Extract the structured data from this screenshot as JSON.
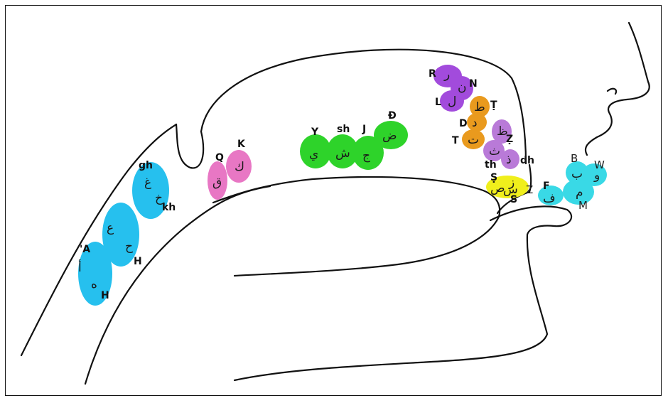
{
  "colors": {
    "pharyngeal": "#26c0ee",
    "uvular_velar": "#e877c4",
    "palatal": "#2ed32a",
    "alveolar_r_n_l": "#a24bdc",
    "emphatic_dental": "#e99a1e",
    "interdental": "#b97ad8",
    "sibilant": "#f0ef1c",
    "labial": "#39d9e6"
  },
  "groups": {
    "pharyngeal": {
      "labels": [
        "gh",
        "kh",
        "H",
        "'A",
        "H"
      ],
      "glyphs": [
        "غ",
        "خ",
        "ع",
        "ح",
        "أ",
        "ه"
      ]
    },
    "uvular_velar": {
      "labels": [
        "Q",
        "K"
      ],
      "glyphs": [
        "ق",
        "ك"
      ]
    },
    "palatal": {
      "labels": [
        "Y",
        "sh",
        "J",
        "Đ"
      ],
      "glyphs": [
        "ي",
        "ش",
        "ج",
        "ض"
      ]
    },
    "alveolar": {
      "labels": [
        "R",
        "N",
        "L"
      ],
      "glyphs": [
        "ر",
        "ن",
        "ل"
      ]
    },
    "emphatic_dental": {
      "labels": [
        "Ṭ",
        "D",
        "T"
      ],
      "glyphs": [
        "ط",
        "د",
        "ت"
      ]
    },
    "interdental": {
      "labels": [
        "Ẓ",
        "th",
        "dh"
      ],
      "glyphs": [
        "ظ",
        "ث",
        "ذ"
      ]
    },
    "sibilant": {
      "labels": [
        "Ṣ",
        "Z",
        "S"
      ],
      "glyphs": [
        "ص",
        "ز",
        "س"
      ]
    },
    "labial": {
      "labels": [
        "B",
        "W",
        "F",
        "M"
      ],
      "glyphs": [
        "ب",
        "و",
        "ف",
        "م"
      ]
    }
  }
}
